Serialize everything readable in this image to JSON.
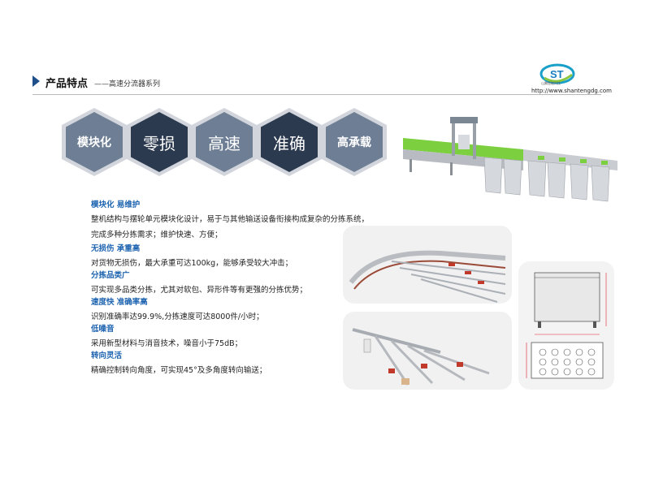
{
  "header": {
    "title": "产品特点",
    "subtitle": "——高速分流器系列"
  },
  "logo": {
    "mark": "ST",
    "caption": "山腾智能科技",
    "url": "http://www.shantengdg.com"
  },
  "hexagons": [
    {
      "label": "模块化"
    },
    {
      "label": "零损"
    },
    {
      "label": "高速"
    },
    {
      "label": "准确"
    },
    {
      "label": "高承载"
    }
  ],
  "features": [
    {
      "heading": "模块化   易维护",
      "lines": [
        "整机结构与摆轮单元模块化设计，易于与其他输送设备衔接构成复杂的分拣系统，",
        "完成多种分拣需求；维护快速、方便；"
      ]
    },
    {
      "heading": "无损伤 承重高",
      "lines": [
        "对货物无损伤，最大承重可达100kg，能够承受较大冲击；"
      ]
    },
    {
      "heading": "分拣品类广",
      "lines": [
        "可实现多品类分拣，尤其对软包、异形件等有更强的分拣优势；"
      ]
    },
    {
      "heading": "速度快  准确率高",
      "lines": [
        "识别准确率达99.9%,分拣速度可达8000件/小时；"
      ]
    },
    {
      "heading": "低噪音",
      "lines": [
        "采用新型材料与消音技术，噪音小于75dB；"
      ]
    },
    {
      "heading": "转向灵活",
      "lines": [
        "精确控制转向角度，可实现45°及多角度转向输送；"
      ]
    }
  ],
  "colors": {
    "heading_blue": "#1d63b0",
    "hex_light": "#6e7e94",
    "hex_dark": "#2c3a50",
    "accent_green": "#7ccf3e"
  }
}
